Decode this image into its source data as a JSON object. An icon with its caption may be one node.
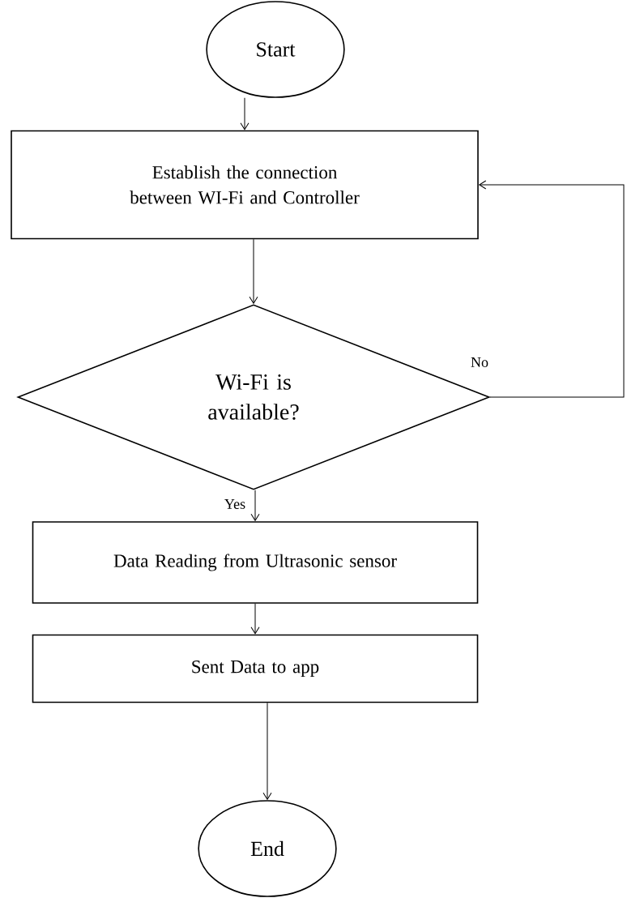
{
  "diagram": {
    "nodes": [
      {
        "text": [
          "Start"
        ]
      },
      {
        "text": [
          "Establish the connection between WI-Fi and Controller"
        ]
      },
      {
        "text": [
          "Wi-Fi is available?"
        ]
      },
      {
        "text": [
          "Data Reading from Ultrasonic sensor"
        ]
      },
      {
        "text": [
          "Sent Data to app"
        ]
      },
      {
        "text": [
          "End"
        ]
      }
    ],
    "edges": [
      {
        "from": 0,
        "to": 1,
        "arrow": "to"
      },
      {
        "from": 1,
        "to": 2,
        "arrow": "to"
      },
      {
        "from": 2,
        "to": 3,
        "arrow": "to",
        "label": "Yes"
      },
      {
        "from": 3,
        "to": 4,
        "arrow": "to"
      },
      {
        "from": 4,
        "to": 5,
        "arrow": "to"
      },
      {
        "from": 2,
        "to": 1,
        "arrow": "to",
        "label": "No"
      }
    ]
  }
}
